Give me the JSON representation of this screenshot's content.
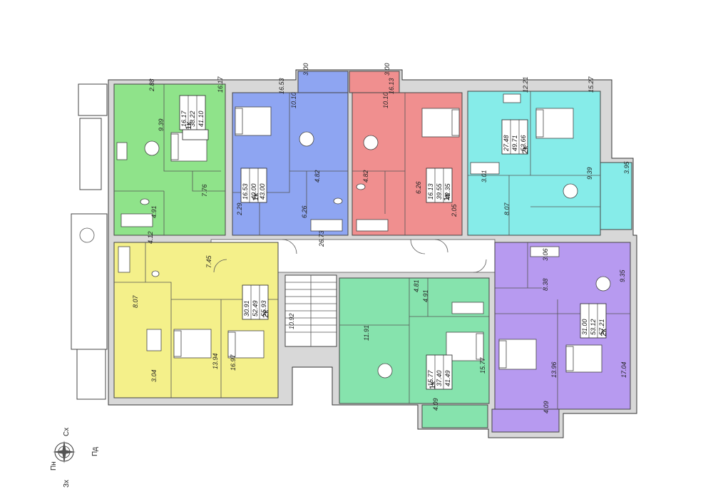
{
  "colors": {
    "green": "#8fe38a",
    "blue": "#8ea5f2",
    "red": "#f08f8f",
    "cyan": "#86ece9",
    "yellow": "#f4f08a",
    "teal": "#86e3ad",
    "purple": "#b79af0",
    "wall": "#d8d8d8",
    "line": "#333333"
  },
  "corridor_label": "26.73",
  "stair_label": "10.92",
  "compass": {
    "n": "Пн",
    "e": "Сх",
    "s": "Пд",
    "w": "Зх"
  },
  "apartments": [
    {
      "id": "green",
      "color_key": "green",
      "type": "1к",
      "living": "16.17",
      "total_a": "38.22",
      "total_b": "41.10",
      "rooms": [
        "2.88",
        "9.39",
        "16.17",
        "7.76",
        "4.91"
      ]
    },
    {
      "id": "blue",
      "color_key": "blue",
      "type": "1к",
      "living": "16.53",
      "total_a": "40.00",
      "total_b": "43.00",
      "rooms": [
        "16.53",
        "10.10",
        "3.00",
        "4.82",
        "2.29",
        "6.26"
      ]
    },
    {
      "id": "red",
      "color_key": "red",
      "type": "1к",
      "living": "16.13",
      "total_a": "39.55",
      "total_b": "42.35",
      "rooms": [
        "3.00",
        "16.13",
        "10.10",
        "4.82",
        "6.26",
        "2.05"
      ]
    },
    {
      "id": "cyan",
      "color_key": "cyan",
      "type": "2к",
      "living": "27.48",
      "total_a": "49.71",
      "total_b": "53.66",
      "rooms": [
        "12.21",
        "15.27",
        "3.95",
        "3.01",
        "9.39",
        "8.07"
      ]
    },
    {
      "id": "yellow",
      "color_key": "yellow",
      "type": "2к",
      "living": "30.91",
      "total_a": "52.49",
      "total_b": "55.93",
      "rooms": [
        "4.12",
        "7.45",
        "8.07",
        "3.04",
        "13.94",
        "16.97"
      ]
    },
    {
      "id": "teal",
      "color_key": "teal",
      "type": "1к",
      "living": "15.77",
      "total_a": "37.40",
      "total_b": "41.49",
      "rooms": [
        "4.81",
        "4.91",
        "11.91",
        "15.77",
        "4.09"
      ]
    },
    {
      "id": "purple",
      "color_key": "purple",
      "type": "2к",
      "living": "31.00",
      "total_a": "53.12",
      "total_b": "57.21",
      "rooms": [
        "3.06",
        "9.35",
        "8.38",
        "13.96",
        "17.04",
        "4.09"
      ]
    }
  ]
}
